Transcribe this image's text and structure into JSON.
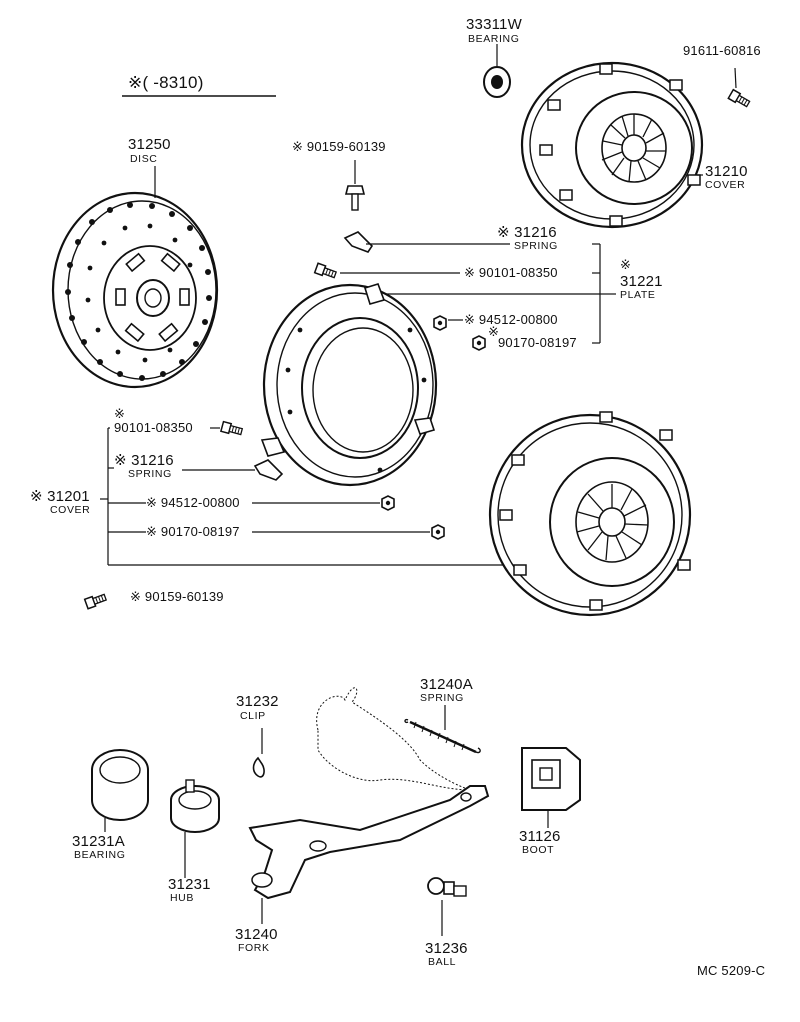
{
  "header_note": "※(     -8310)",
  "footer_code": "MC 5209-C",
  "parts": {
    "bearing_33311w": {
      "number": "33311W",
      "name": "BEARING"
    },
    "bolt_91611": {
      "number": "91611-60816"
    },
    "cover_31210": {
      "number": "31210",
      "name": "COVER"
    },
    "disc_31250": {
      "number": "31250",
      "name": "DISC"
    },
    "bolt_90159_top": {
      "number": "※ 90159-60139"
    },
    "spring_31216_top": {
      "number": "※ 31216",
      "name": "SPRING"
    },
    "bolt_90101_top": {
      "number": "※ 90101-08350"
    },
    "plate_31221": {
      "mark": "※",
      "number": "31221",
      "name": "PLATE"
    },
    "nut_94512_top": {
      "number": "※ 94512-00800"
    },
    "nut_90170_top": {
      "mark": "※",
      "number": "90170-08197"
    },
    "bolt_90101_left": {
      "mark": "※",
      "number": "90101-08350"
    },
    "spring_31216_left": {
      "number": "※ 31216",
      "name": "SPRING"
    },
    "cover_31201": {
      "number": "※ 31201",
      "name": "COVER"
    },
    "nut_94512_left": {
      "number": "※ 94512-00800"
    },
    "nut_90170_left": {
      "number": "※ 90170-08197"
    },
    "bolt_90159_bottom": {
      "number": "※ 90159-60139"
    },
    "clip_31232": {
      "number": "31232",
      "name": "CLIP"
    },
    "spring_31240a": {
      "number": "31240A",
      "name": "SPRING"
    },
    "bearing_31231a": {
      "number": "31231A",
      "name": "BEARING"
    },
    "hub_31231": {
      "number": "31231",
      "name": "HUB"
    },
    "boot_31126": {
      "number": "31126",
      "name": "BOOT"
    },
    "fork_31240": {
      "number": "31240",
      "name": "FORK"
    },
    "ball_31236": {
      "number": "31236",
      "name": "BALL"
    }
  }
}
